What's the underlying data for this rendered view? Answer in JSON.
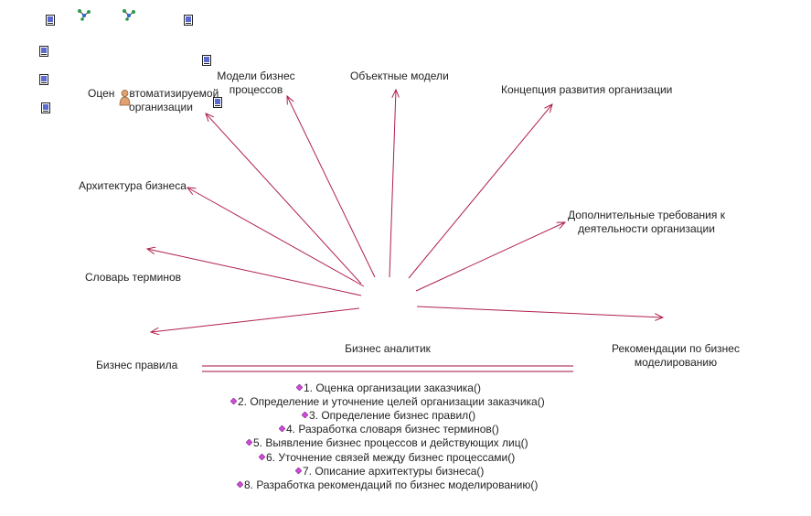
{
  "colors": {
    "arrow": "#b0204a",
    "line": "#a01040",
    "op_icon_a": "#9b3fa8",
    "op_icon_b": "#d04bd8",
    "actor": "#e0a070"
  },
  "icons": [
    "document-icon",
    "network-icon",
    "actor-icon",
    "operation-icon"
  ],
  "central": {
    "name": "Бизнес аналитик"
  },
  "targets": [
    {
      "id": "assessment",
      "lines": [
        "Оцен",
        "втоматизируемой",
        "организации"
      ]
    },
    {
      "id": "bpm",
      "lines": [
        "Модели бизнес",
        "процессов"
      ]
    },
    {
      "id": "object_models",
      "lines": [
        "Объектные модели"
      ]
    },
    {
      "id": "concept",
      "lines": [
        "Концепция развития организации"
      ]
    },
    {
      "id": "architecture",
      "lines": [
        "Архитектура бизнеса"
      ]
    },
    {
      "id": "extra_req",
      "lines": [
        "Дополнительные требования к",
        "деятельности организации"
      ]
    },
    {
      "id": "glossary",
      "lines": [
        "Словарь терминов"
      ]
    },
    {
      "id": "rules",
      "lines": [
        "Бизнес правила"
      ]
    },
    {
      "id": "recommendations",
      "lines": [
        "Рекомендации по бизнес",
        "моделированию"
      ]
    }
  ],
  "operations": [
    "1. Оценка организации заказчика()",
    "2. Определение и уточнение целей организации заказчика()",
    "3. Определение бизнес правил()",
    "4. Разработка словаря бизнес терминов()",
    "5. Выявление бизнес процессов и действующих лиц()",
    "6. Уточнение связей между бизнес процессами()",
    "7. Описание архитектуры бизнеса()",
    "8. Разработка рекомендаций по бизнес моделированию()"
  ]
}
